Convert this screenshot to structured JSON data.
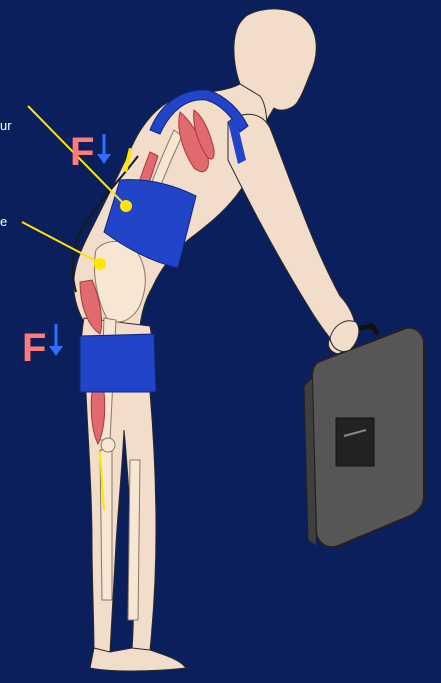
{
  "labels": {
    "top_cut": "ur",
    "middle_cut": "e"
  },
  "forces": {
    "upper": "F",
    "lower": "F"
  },
  "colors": {
    "background": "#0b1f5c",
    "skin": "#f2dcca",
    "muscle": "#e06a6e",
    "bone": "#f7e6d3",
    "device": "#2144c8",
    "sensor": "#ffe600",
    "force_text": "#ff7a7a",
    "force_arrow": "#2f6dff",
    "suitcase": "#565656"
  },
  "icons": [
    "arrow-down-icon"
  ]
}
